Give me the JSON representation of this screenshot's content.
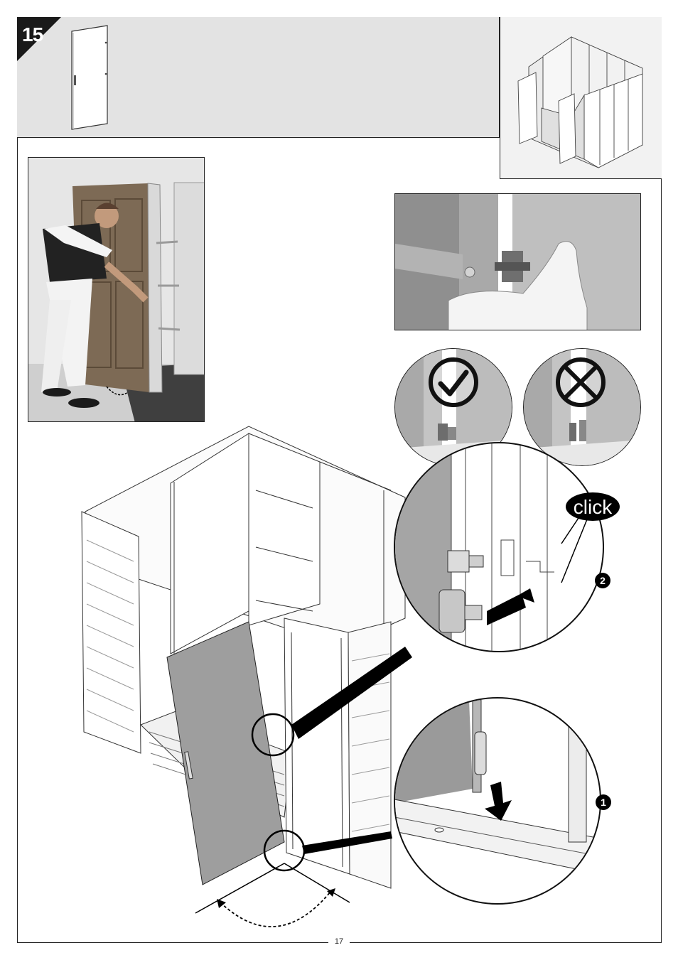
{
  "step": {
    "number": "15"
  },
  "callouts": {
    "click_label": "click",
    "step_one": "1",
    "step_two": "2"
  },
  "page": {
    "number": "17"
  },
  "icons": {
    "door_panel": "door-panel-icon",
    "check": "check-circle-icon",
    "cross": "cross-circle-icon"
  },
  "colors": {
    "badge": "#1a1a1a",
    "header_band": "#e3e3e3",
    "door_fill": "#9e9e9e"
  }
}
